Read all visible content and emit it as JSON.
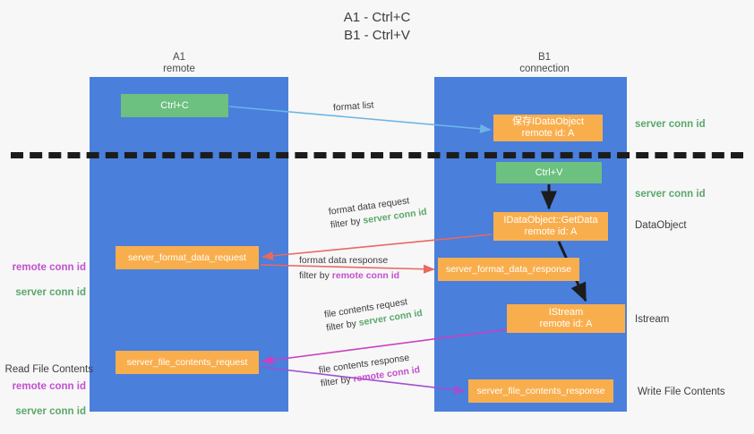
{
  "title": "A1 - Ctrl+C\nB1 - Ctrl+V",
  "lanes": [
    {
      "id": "a1",
      "header": "A1\nremote",
      "color": "#4a7fdc"
    },
    {
      "id": "b1",
      "header": "B1\nconnection",
      "color": "#4a7fdc"
    }
  ],
  "colors": {
    "lane": "#4a7fdc",
    "green_box": "#6cc080",
    "orange_box": "#f9ae4d",
    "server_conn": "#5aa76b",
    "remote_conn": "#c34fd0",
    "arrow_blue": "#6cb4e8",
    "arrow_red": "#e8695f",
    "arrow_magenta": "#cc3fbf",
    "arrow_purple": "#a14fd0",
    "arrow_black": "#1c1c1c",
    "divider": "#1c1c1c",
    "background": "#f7f7f7"
  },
  "nodes": {
    "ctrl_c": "Ctrl+C",
    "save_idataobject": "保存IDataObject\nremote id: A",
    "ctrl_v": "Ctrl+V",
    "getdata": "IDataObject::GetData\nremote id: A",
    "format_data_request": "server_format_data_request",
    "format_data_response": "server_format_data_response",
    "istream": "IStream\nremote id: A",
    "file_contents_request": "server_file_contents_request",
    "file_contents_response": "server_file_contents_response"
  },
  "side_captions": {
    "server_conn_id_1": "server conn id",
    "server_conn_id_2": "server conn id",
    "dataobject": "DataObject",
    "istream": "Istream",
    "write_file_contents": "Write File Contents"
  },
  "left_captions": {
    "read_file_contents": "Read File Contents",
    "remote_conn_id": "remote conn id",
    "server_conn_id": "server conn id"
  },
  "edge_labels": {
    "format_list": "format list",
    "format_data_request": "format data request",
    "format_data_request_filter_prefix": "filter by ",
    "format_data_request_filter_key": "server conn id",
    "format_data_response": "format data response",
    "format_data_response_filter_prefix": "filter by ",
    "format_data_response_filter_key": "remote conn id",
    "file_contents_request": "file contents request",
    "file_contents_request_filter_prefix": "filter by ",
    "file_contents_request_filter_key": "server conn id",
    "file_contents_response": "file contents response",
    "file_contents_response_filter_prefix": "filter by ",
    "file_contents_response_filter_key": "remote conn id"
  }
}
